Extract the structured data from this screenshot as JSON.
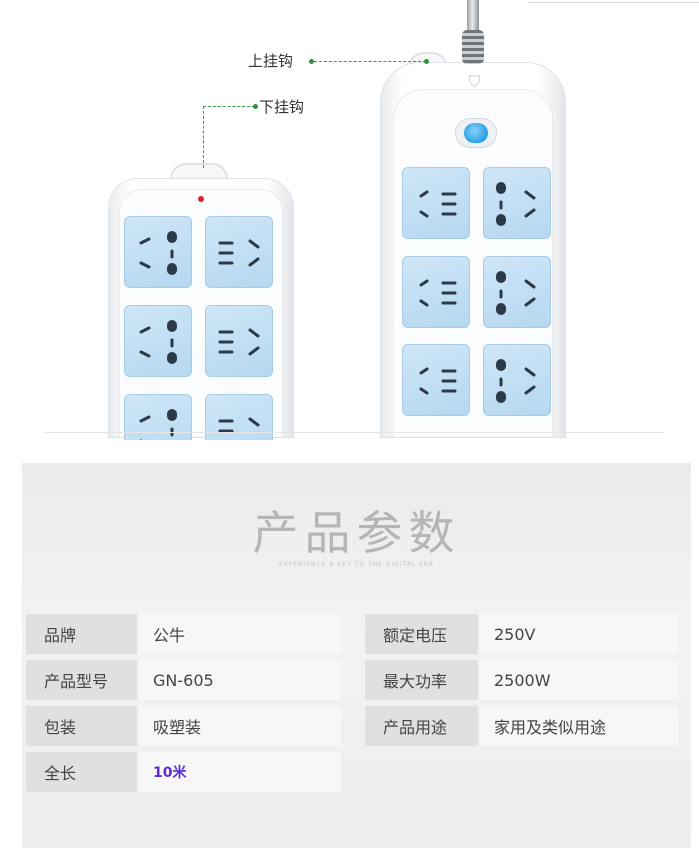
{
  "callouts": {
    "upper_hook": "上挂钩",
    "lower_hook": "下挂钩"
  },
  "product_logo": "",
  "parameters": {
    "title": "产品参数",
    "subtitle": "EXPERIENCE A KEY TO THE DIGITAL ERA",
    "subtitle_small": "",
    "rows": [
      {
        "label": "品牌",
        "value": "公牛"
      },
      {
        "label": "额定电压",
        "value": "250V"
      },
      {
        "label": "产品型号",
        "value": "GN-605"
      },
      {
        "label": "最大功率",
        "value": "2500W"
      },
      {
        "label": "包装",
        "value": "吸塑装"
      },
      {
        "label": "产品用途",
        "value": "家用及类似用途"
      },
      {
        "label": "全长",
        "value": "10米"
      }
    ]
  },
  "colors": {
    "callout_line": "#3a9a4a",
    "outlet_blue": "#b5d8f1",
    "switch_blue": "#2aa0e8",
    "indicator_red": "#e02424",
    "length_value": "#5b2bd6",
    "key_cell": "#e0e0e0",
    "value_cell": "#f7f7f7"
  }
}
